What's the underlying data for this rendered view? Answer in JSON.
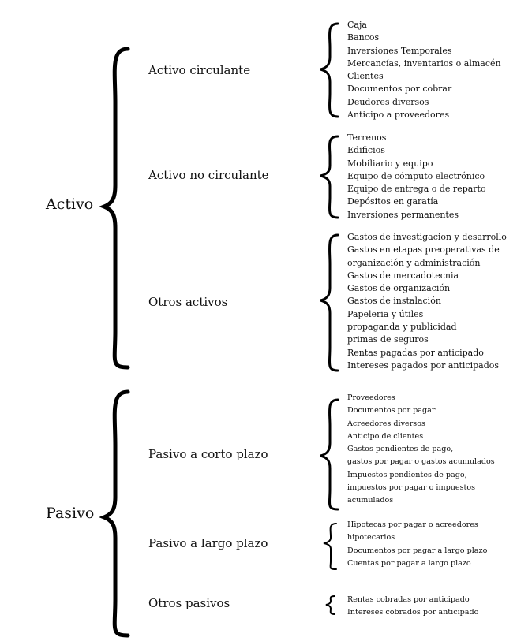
{
  "activo": {
    "label": "Activo",
    "groups": [
      {
        "label": "Activo circulante",
        "items": [
          "Caja",
          "Bancos",
          "Inversiones Temporales",
          "Mercancías, inventarios o almacén",
          "Clientes",
          "Documentos por cobrar",
          "Deudores diversos",
          "Anticipo a proveedores"
        ]
      },
      {
        "label": "Activo no circulante",
        "items": [
          "Terrenos",
          "Edificios",
          "Mobiliario y equipo",
          "Equipo de cómputo electrónico",
          "Equipo de entrega o de reparto",
          "Depósitos en garatía",
          "Inversiones permanentes"
        ]
      },
      {
        "label": "Otros activos",
        "items": [
          "Gastos de investigacion y desarrollo",
          "Gastos en etapas preoperativas de",
          "organización y administración",
          "Gastos de mercadotecnia",
          "Gastos de organización",
          "Gastos de instalación",
          "Papeleria y útiles",
          "propaganda y publicidad",
          "primas de seguros",
          "Rentas pagadas por anticipado",
          "Intereses pagados por anticipados"
        ]
      }
    ]
  },
  "pasivo": {
    "label": "Pasivo",
    "groups": [
      {
        "label": "Pasivo a corto plazo",
        "items": [
          "Proveedores",
          "Documentos por pagar",
          "Acreedores diversos",
          "Anticipo de clientes",
          "Gastos pendientes de pago,",
          "gastos por pagar o gastos acumulados",
          "Impuestos pendientes de pago,",
          "impuestos por pagar o impuestos",
          "acumulados"
        ]
      },
      {
        "label": "Pasivo a largo plazo",
        "items": [
          "Hipotecas por pagar o acreedores",
          "hipotecarios",
          "Documentos por pagar a largo plazo",
          "Cuentas por pagar a largo plazo"
        ]
      },
      {
        "label": "Otros pasivos",
        "items": [
          "Rentas cobradas por anticipado",
          "Intereses cobrados por anticipado"
        ]
      }
    ]
  }
}
